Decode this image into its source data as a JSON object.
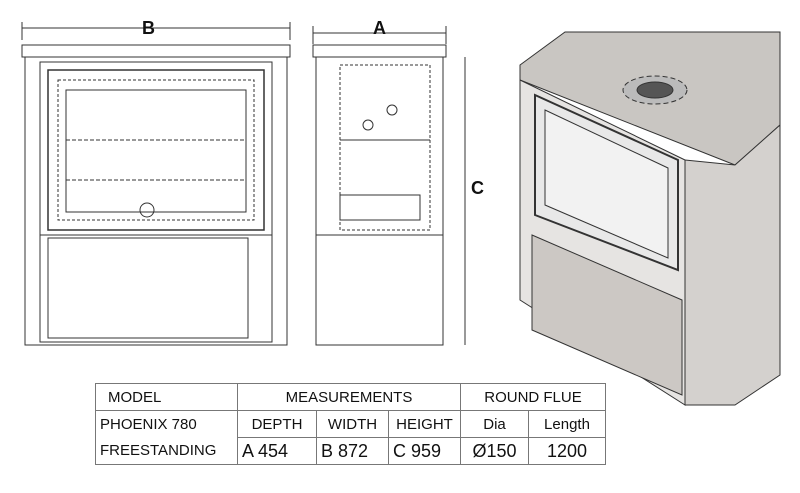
{
  "labels": {
    "b": "B",
    "a": "A",
    "c": "C"
  },
  "table": {
    "model_header": "MODEL",
    "measurements_header": "MEASUREMENTS",
    "flue_header": "ROUND FLUE",
    "model_line1": "PHOENIX 780",
    "model_line2": "FREESTANDING",
    "depth_label": "DEPTH",
    "width_label": "WIDTH",
    "height_label": "HEIGHT",
    "dia_label": "Dia",
    "length_label": "Length",
    "depth_value": "A  454",
    "width_value": "B  872",
    "height_value": "C  959",
    "dia_value": "Ø150",
    "length_value": "1200"
  }
}
